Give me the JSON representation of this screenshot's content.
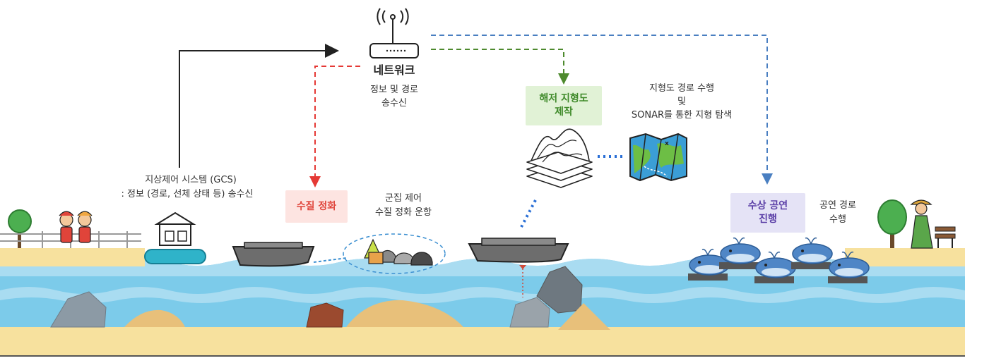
{
  "network": {
    "title": "네트워크",
    "subtitle_line1": "정보 및 경로",
    "subtitle_line2": "송수신"
  },
  "gcs": {
    "line1": "지상제어 시스템 (GCS)",
    "line2": ": 정보 (경로, 선체 상태 등) 송수신"
  },
  "water_purification": {
    "label": "수질 정화",
    "desc_line1": "군집 제어",
    "desc_line2": "수질 정화 운항"
  },
  "seabed_mapping": {
    "label_line1": "해저 지형도",
    "label_line2": "제작",
    "desc_line1": "지형도 경로 수행",
    "desc_line2": "및",
    "desc_line3": "SONAR를 통한 지형 탐색"
  },
  "water_show": {
    "label_line1": "수상 공연",
    "label_line2": "진행",
    "desc_line1": "공연 경로",
    "desc_line2": "수행"
  },
  "colors": {
    "red_dash": "#e53935",
    "green_dash": "#4e8a2e",
    "blue_dash": "#4a7fc1",
    "label_red_bg": "#fde4e1",
    "label_red_text": "#e0463c",
    "label_green_bg": "#e1f2d6",
    "label_green_text": "#3f8a2a",
    "label_purple_bg": "#e5e3f6",
    "label_purple_text": "#5a3ea6",
    "water": "#7ccbea",
    "sand": "#f7e19e"
  },
  "icons": [
    "router-icon",
    "terrain-layers-icon",
    "map-icon",
    "boat-icon",
    "whale-icon",
    "tree-icon",
    "person-icon",
    "control-station-icon",
    "trash-bags-icon",
    "rock-icon",
    "sand-pile-icon"
  ]
}
